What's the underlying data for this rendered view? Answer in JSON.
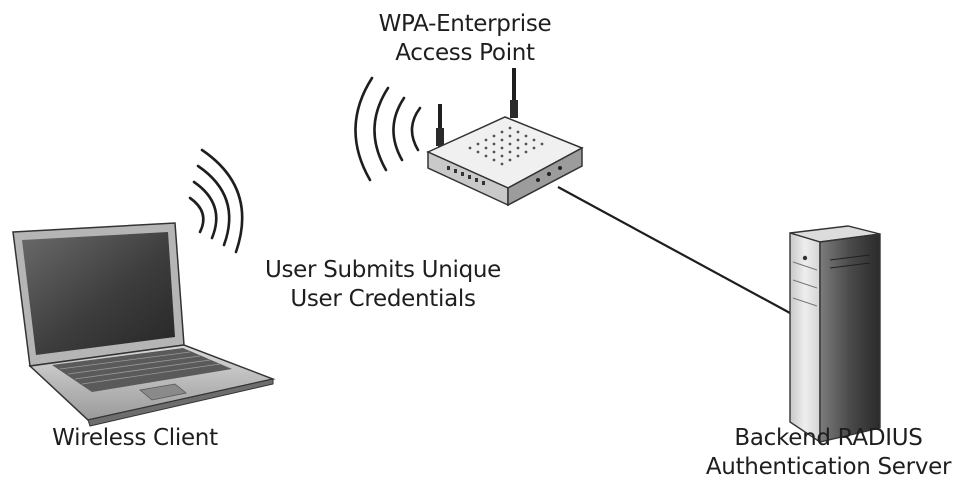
{
  "labels": {
    "access_point": [
      "WPA-Enterprise",
      "Access Point"
    ],
    "credentials": [
      "User Submits Unique",
      "User Credentials"
    ],
    "client": [
      "Wireless Client"
    ],
    "server": [
      "Backend RADIUS",
      "Authentication Server"
    ]
  },
  "nodes": [
    {
      "id": "wireless-client",
      "icon": "laptop-icon"
    },
    {
      "id": "access-point",
      "icon": "wireless-router-icon"
    },
    {
      "id": "radius-server",
      "icon": "tower-server-icon"
    }
  ],
  "edges": [
    {
      "from": "access-point",
      "to": "radius-server",
      "kind": "wired-link"
    },
    {
      "from": "wireless-client",
      "to": "access-point",
      "kind": "wireless-signal"
    }
  ],
  "colors": {
    "ink": "#1e1e1e",
    "device_light": "#e8e8e8",
    "device_mid": "#a9a9a9",
    "device_dark": "#3a3a3a",
    "screen": "#4a4a4a"
  }
}
